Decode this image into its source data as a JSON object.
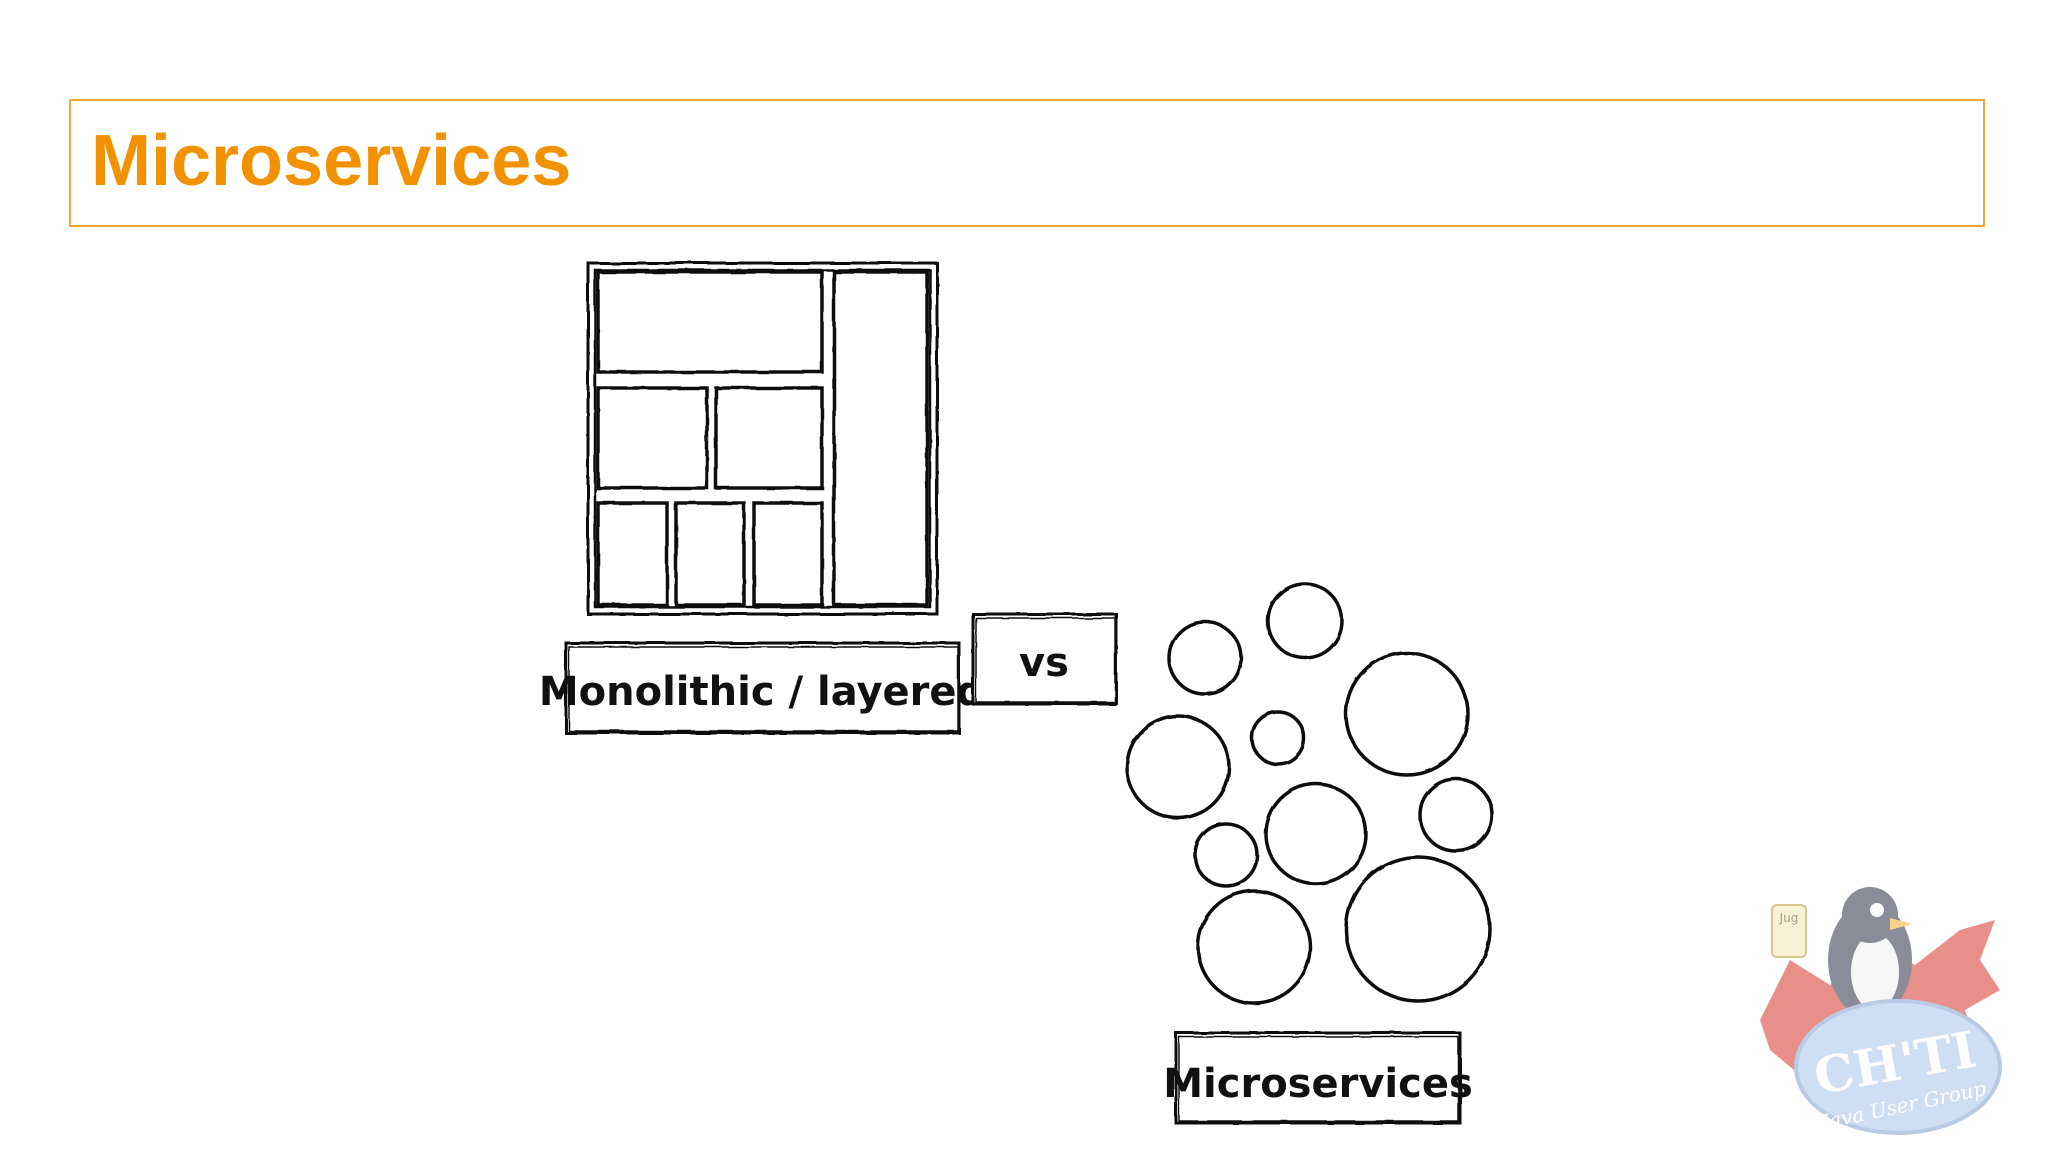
{
  "slide": {
    "title": "Microservices"
  },
  "diagram": {
    "monolith_label": "Monolithic / layered",
    "versus_label": "vs",
    "microservices_label": "Microservices"
  },
  "logo": {
    "text": "CH'TI",
    "subtitle": "Java User Group",
    "badge": "Jug"
  },
  "colors": {
    "accent": "#f39200",
    "title_border": "#f0a830",
    "ink": "#111111"
  }
}
